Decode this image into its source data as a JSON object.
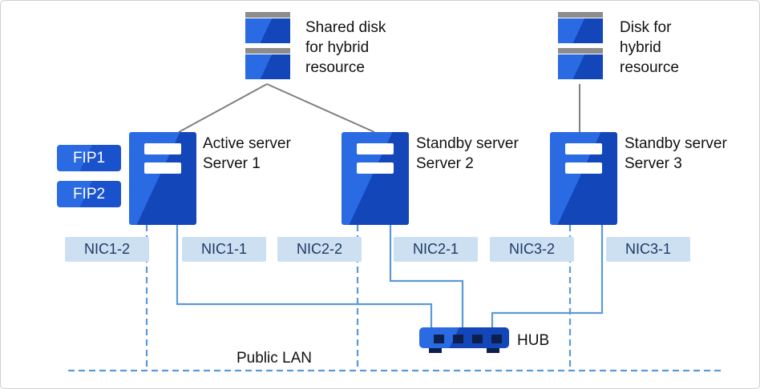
{
  "colors": {
    "brand_blue": "#1a52cd",
    "brand_blue_light": "#2a6ae3",
    "brand_blue_dark": "#1246b9",
    "nic_bg": "#cce0f2",
    "nic_text": "#1f3864",
    "line_blue": "#5b9bd5",
    "line_gray": "#7f7f7f",
    "disk_cap_gray": "#8c8c8c",
    "hub_port_dark": "#0d1f4d"
  },
  "disks": [
    {
      "id": "shared-disk",
      "lines": [
        "Shared disk",
        "for hybrid",
        "resource"
      ]
    },
    {
      "id": "hybrid-disk",
      "lines": [
        "Disk for",
        "hybrid",
        "resource"
      ]
    }
  ],
  "servers": [
    {
      "role": "Active server",
      "name": "Server 1"
    },
    {
      "role": "Standby server",
      "name": "Server 2"
    },
    {
      "role": "Standby server",
      "name": "Server 3"
    }
  ],
  "fips": [
    "FIP1",
    "FIP2"
  ],
  "nics": [
    "NIC1-2",
    "NIC1-1",
    "NIC2-2",
    "NIC2-1",
    "NIC3-2",
    "NIC3-1"
  ],
  "hub": {
    "label": "HUB"
  },
  "lan": {
    "label": "Public LAN"
  }
}
